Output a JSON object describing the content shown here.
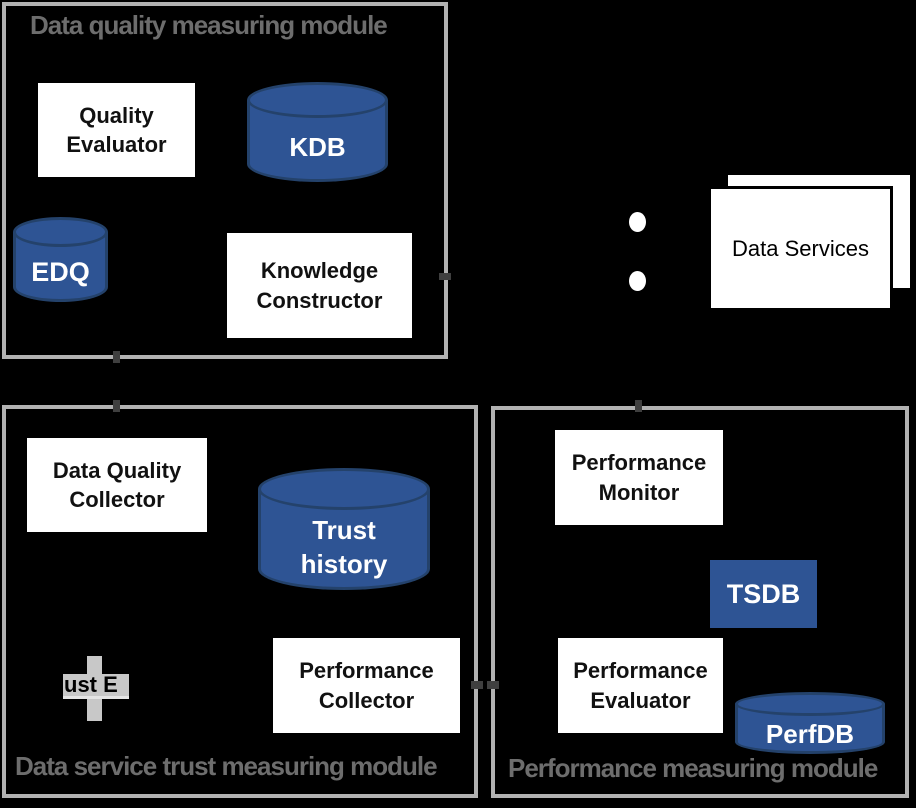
{
  "colors": {
    "background": "#000000",
    "module_border": "#b2b2b2",
    "title_gray": "#6d6d6d",
    "accent_blue": "#2e5494",
    "cyl_stroke": "#24426b"
  },
  "modules": {
    "data_quality": {
      "title": "Data quality measuring module",
      "quality_evaluator": "Quality\nEvaluator",
      "kdb": "KDB",
      "edq": "EDQ",
      "knowledge_constructor": "Knowledge\nConstructor"
    },
    "trust": {
      "title": "Data service trust measuring module",
      "data_quality_collector": "Data Quality\nCollector",
      "trust_history": "Trust\nhistory",
      "performance_collector": "Performance\nCollector",
      "evaluator_artifact": "ust E"
    },
    "performance": {
      "title": "Performance measuring module",
      "performance_monitor": "Performance\nMonitor",
      "tsdb": "TSDB",
      "performance_evaluator": "Performance\nEvaluator",
      "perfdb": "PerfDB"
    }
  },
  "data_services": {
    "label": "Data Services"
  }
}
